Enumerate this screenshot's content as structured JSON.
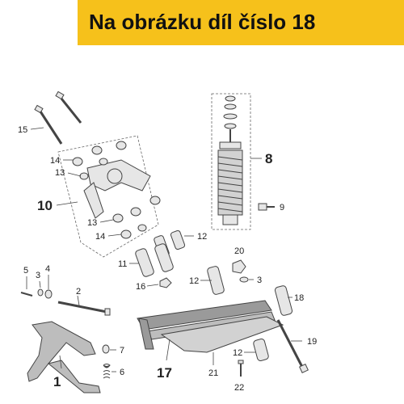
{
  "banner": {
    "text": "Na obrázku díl číslo 18",
    "color": "#f6c11b"
  },
  "callouts": {
    "c1": "1",
    "c2": "2",
    "c3a": "3",
    "c3b": "3",
    "c4": "4",
    "c5": "5",
    "c6": "6",
    "c7": "7",
    "c8": "8",
    "c9": "9",
    "c10": "10",
    "c11": "11",
    "c12a": "12",
    "c12b": "12",
    "c12c": "12",
    "c13a": "13",
    "c13b": "13",
    "c14a": "14",
    "c14b": "14",
    "c15": "15",
    "c16": "16",
    "c17": "17",
    "c18": "18",
    "c19": "19",
    "c20": "20",
    "c21": "21",
    "c22": "22"
  },
  "colors": {
    "line": "#444444",
    "part_fill": "#e6e6e6",
    "part_dark": "#9a9a9a",
    "highlight": "#f6c11b"
  }
}
